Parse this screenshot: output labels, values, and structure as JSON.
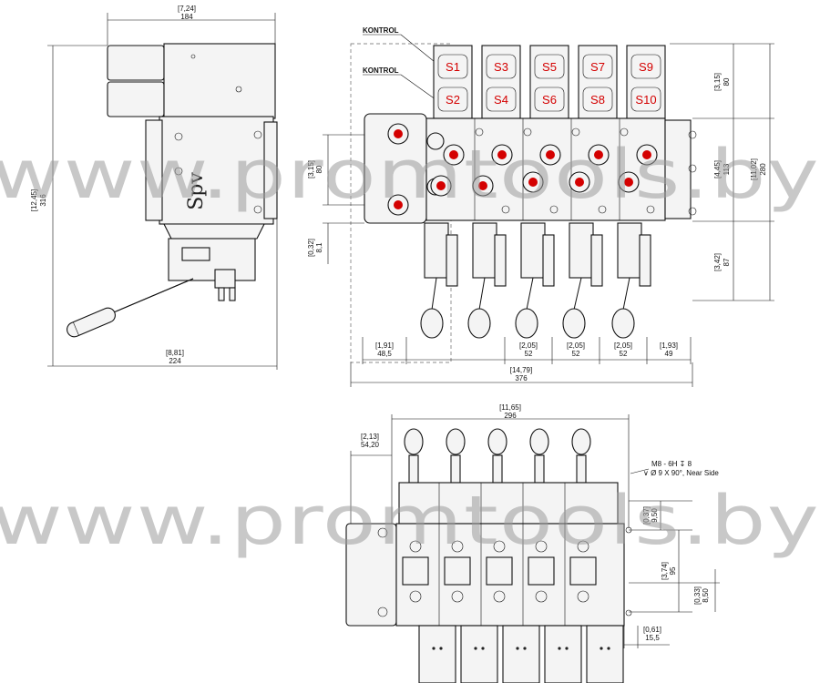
{
  "dimensions": {
    "side_view": {
      "top_width_in": "[7,24]",
      "top_width_mm": "184",
      "height_in": "[12,45]",
      "height_mm": "316",
      "bottom_width_in": "[8,81]",
      "bottom_width_mm": "224"
    },
    "front_view": {
      "solenoid_height_in": "[3,15]",
      "solenoid_height_mm": "80",
      "body_height_in": "[4,45]",
      "body_height_mm": "113",
      "total_height_in": "[11,02]",
      "total_height_mm": "280",
      "lever_height_in": "[3,42]",
      "lever_height_mm": "87",
      "inlet_height_in": "[3,15]",
      "inlet_height_mm": "80",
      "port_offset_in": "[0,32]",
      "port_offset_mm": "8,1",
      "pitch1_in": "[1,91]",
      "pitch1_mm": "48,5",
      "pitch2_in": "[2,05]",
      "pitch2_mm": "52",
      "pitch3_in": "[2,05]",
      "pitch3_mm": "52",
      "pitch4_in": "[2,05]",
      "pitch4_mm": "52",
      "pitch5_in": "[1,93]",
      "pitch5_mm": "49",
      "total_width_in": "[14,79]",
      "total_width_mm": "376"
    },
    "top_view": {
      "width_in": "[11,65]",
      "width_mm": "296",
      "inlet_offset_in": "[2,13]",
      "inlet_offset_mm": "54,20",
      "hole_spec": "M8 - 6H ↧ 8",
      "chamfer_spec": "∨ Ø 9 X 90°, Near Side",
      "dim_a_in": "[0,37]",
      "dim_a_mm": "9,50",
      "dim_b_in": "[3,74]",
      "dim_b_mm": "95",
      "dim_c_in": "[0,33]",
      "dim_c_mm": "8,50",
      "dim_d_in": "[0,61]",
      "dim_d_mm": "15,5"
    }
  },
  "labels": {
    "kontrol_1": "KONTROL",
    "kontrol_2": "KONTROL",
    "brand": "Spv",
    "solenoids": [
      "S1",
      "S2",
      "S3",
      "S4",
      "S5",
      "S6",
      "S7",
      "S8",
      "S9",
      "S10"
    ]
  },
  "watermark": {
    "text": "www.promtools.by"
  },
  "colors": {
    "port_accent": "#d40000",
    "watermark": "#9a9a9a"
  }
}
